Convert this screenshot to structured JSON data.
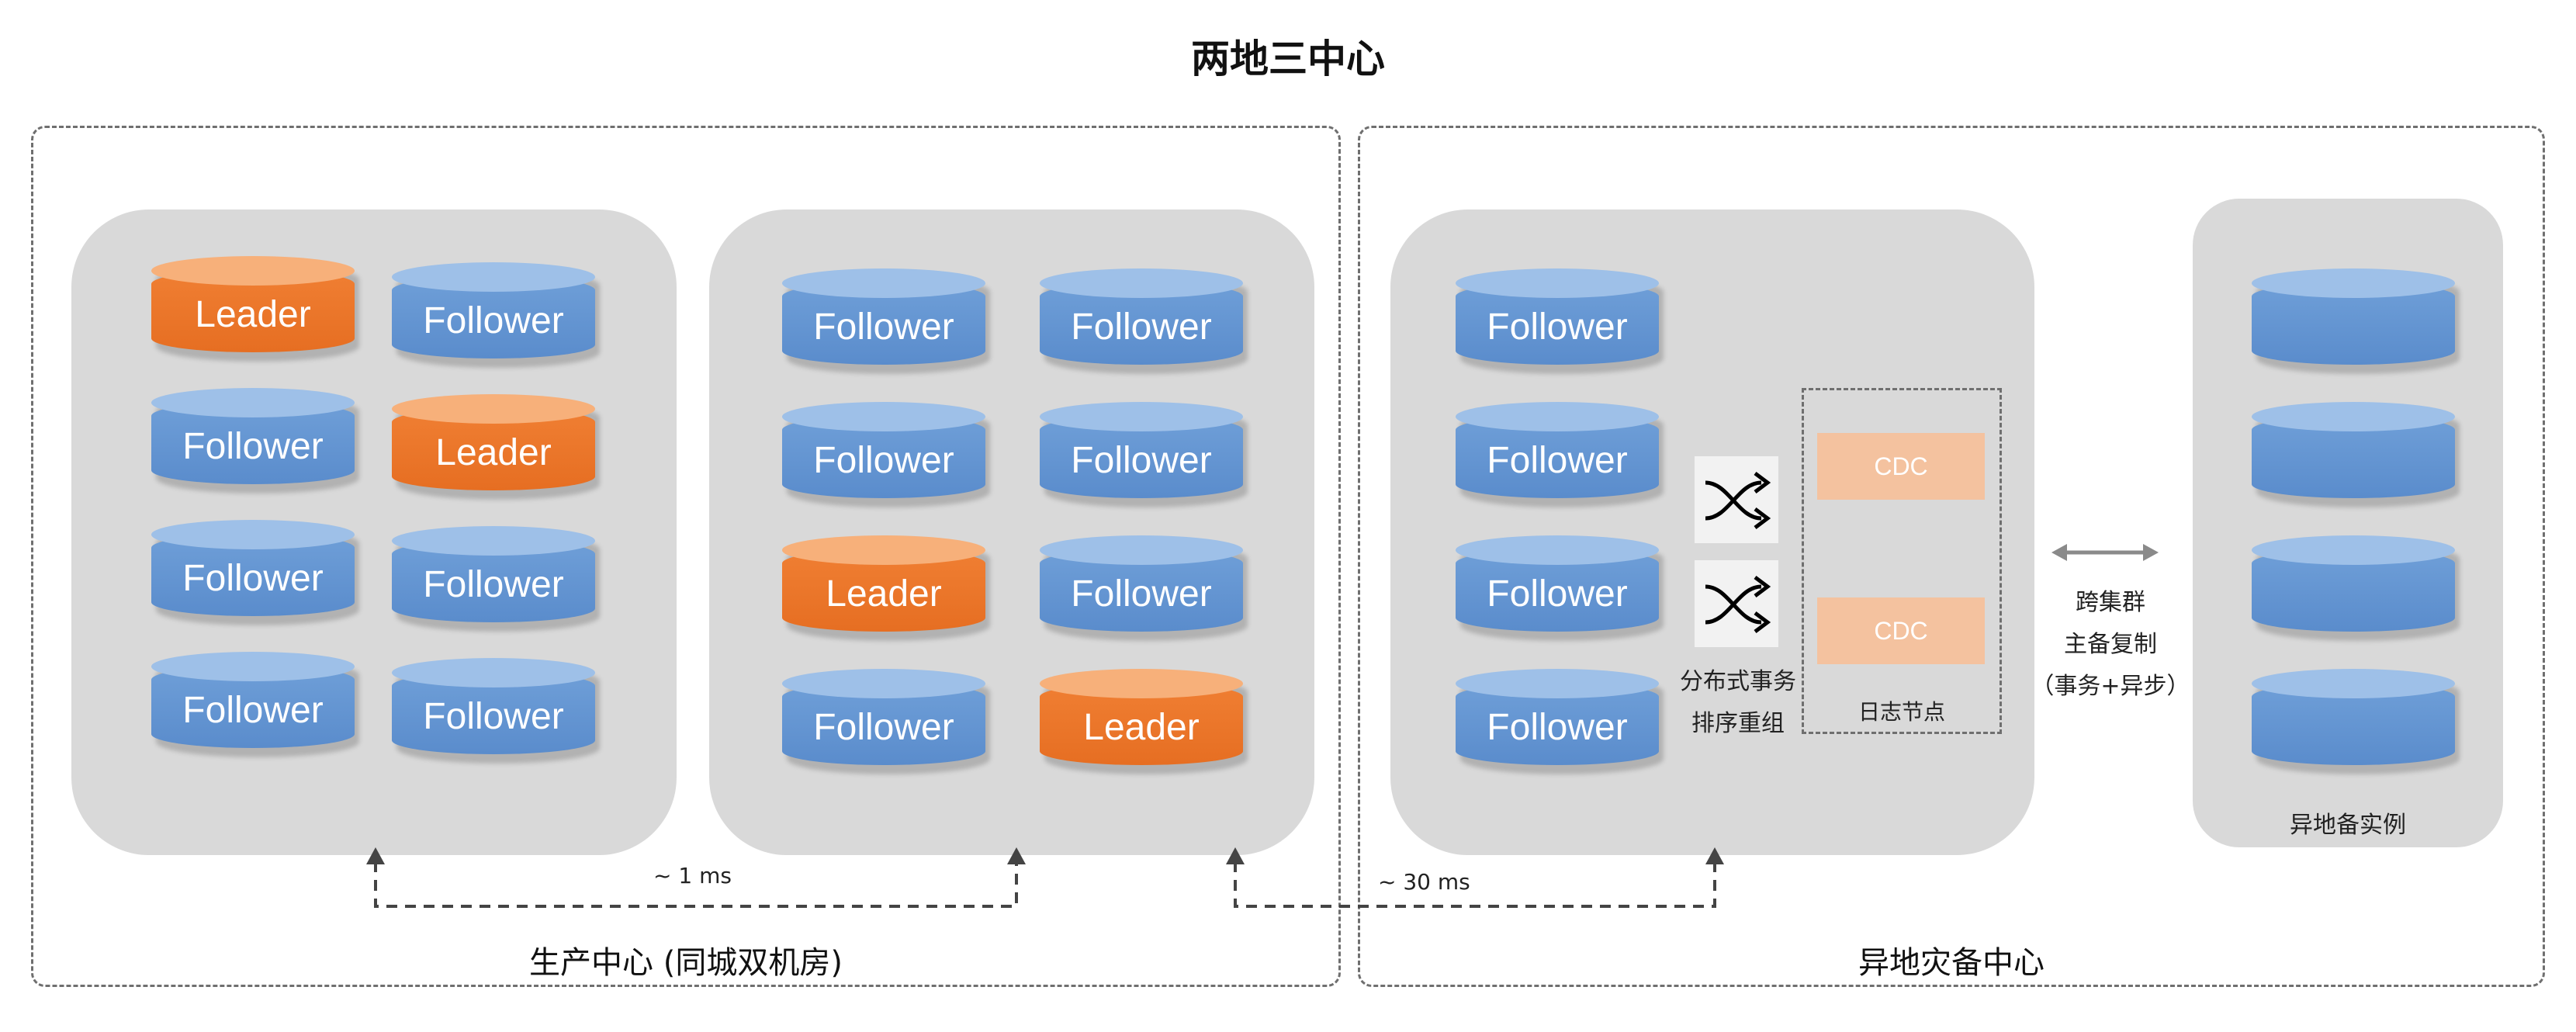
{
  "title": "两地三中心",
  "production": {
    "label": "生产中心 (同城双机房)",
    "room1": [
      "Leader",
      "Follower",
      "Follower",
      "Leader",
      "Follower",
      "Follower",
      "Follower",
      "Follower"
    ],
    "room2": [
      "Follower",
      "Follower",
      "Follower",
      "Follower",
      "Leader",
      "Follower",
      "Follower",
      "Leader"
    ]
  },
  "disaster": {
    "label": "异地灾备中心",
    "followers": [
      "Follower",
      "Follower",
      "Follower",
      "Follower"
    ],
    "shuffle_label_1": "分布式事务",
    "shuffle_label_2": "排序重组",
    "cdc": [
      "CDC",
      "CDC"
    ],
    "log_node_label": "日志节点",
    "replication_1": "跨集群",
    "replication_2": "主备复制",
    "replication_3": "（事务+异步）",
    "standby_label": "异地备实例"
  },
  "latency": {
    "intra_city": "~ 1 ms",
    "remote": "~ 30 ms"
  },
  "colors": {
    "leader": "#ED7D31",
    "follower": "#5B9BD5",
    "panel": "#D9D9D9",
    "cdc": "#F4C29F"
  }
}
